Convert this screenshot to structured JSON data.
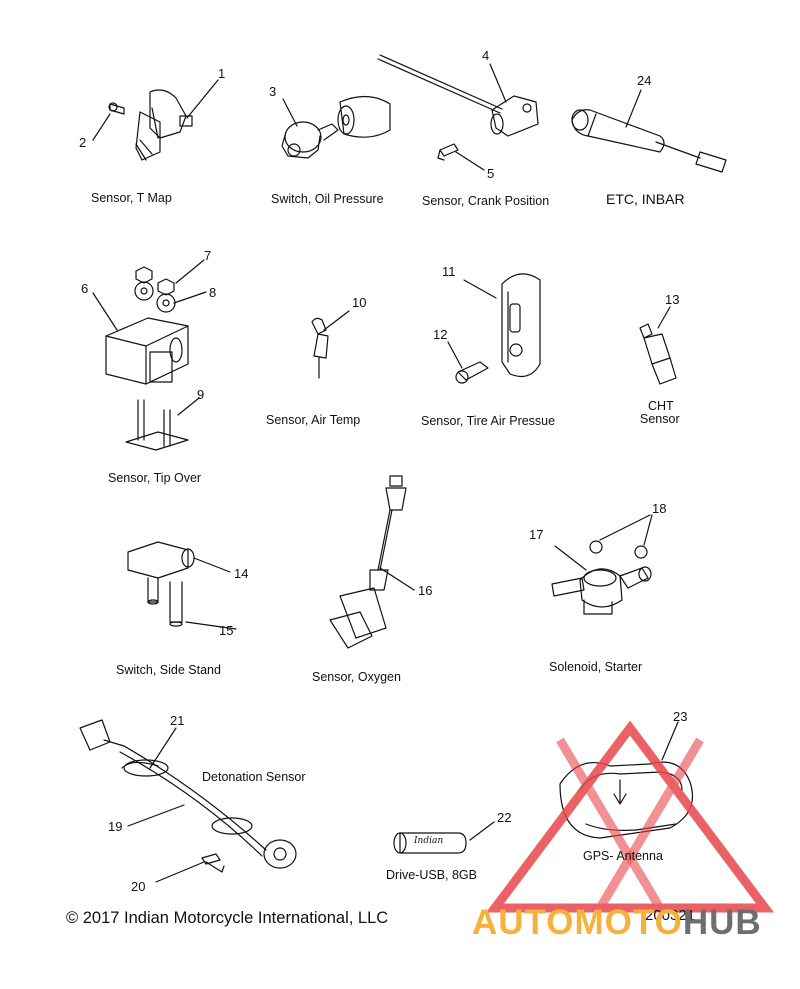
{
  "captions": {
    "sensor_t_map": "Sensor, T Map",
    "switch_oil_pressure": "Switch, Oil Pressure",
    "sensor_crank_position": "Sensor, Crank Position",
    "etc_inbar": "ETC, INBAR",
    "sensor_tip_over": "Sensor, Tip Over",
    "sensor_air_temp": "Sensor, Air Temp",
    "sensor_tire_air_pressure": "Sensor, Tire Air Pressue",
    "cht_sensor_line1": "CHT",
    "cht_sensor_line2": "Sensor",
    "switch_side_stand": "Switch, Side Stand",
    "sensor_oxygen": "Sensor, Oxygen",
    "solenoid_starter": "Solenoid, Starter",
    "detonation_sensor": "Detonation Sensor",
    "drive_usb": "Drive-USB, 8GB",
    "gps_antenna": "GPS- Antenna"
  },
  "callouts": [
    "1",
    "2",
    "3",
    "4",
    "5",
    "6",
    "7",
    "8",
    "9",
    "10",
    "11",
    "12",
    "13",
    "14",
    "15",
    "16",
    "17",
    "18",
    "19",
    "20",
    "21",
    "22",
    "23",
    "24"
  ],
  "usb_logo_text": "Indian",
  "footer": {
    "copyright": "© 2017 Indian Motorcycle International, LLC",
    "doc_number": "200321"
  },
  "watermark": {
    "part_a": "AUTOMOTO",
    "part_b": "HUB",
    "color_a": "#f5b13a",
    "color_b": "#6d6e71",
    "triangle_color": "#e8474c"
  }
}
